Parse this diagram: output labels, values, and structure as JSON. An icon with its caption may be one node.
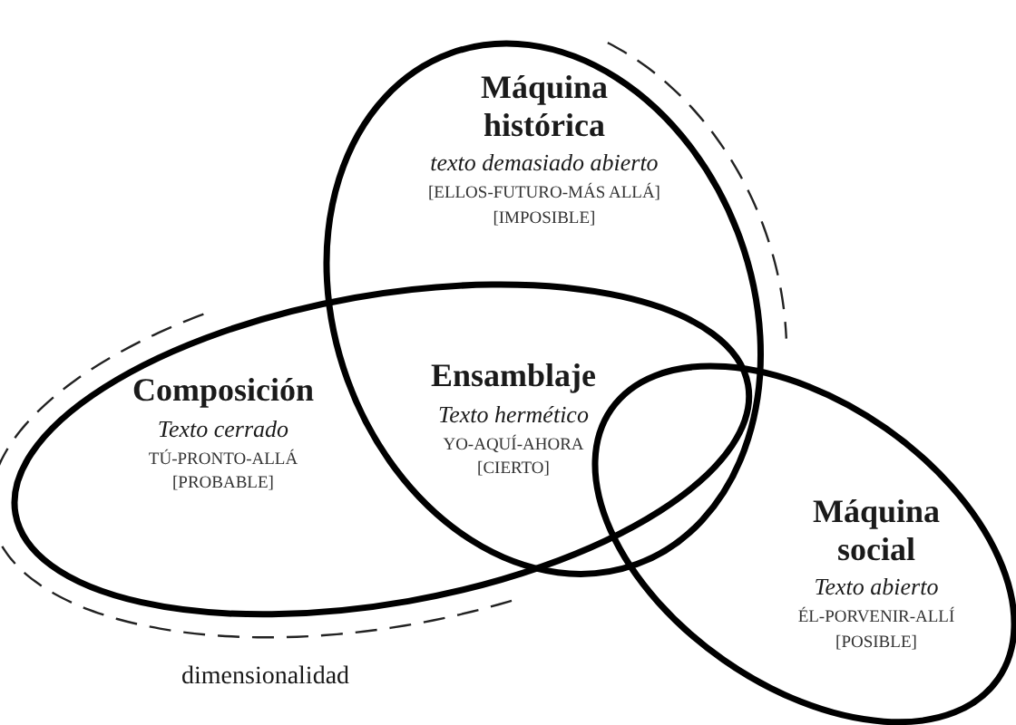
{
  "diagram": {
    "nodes": [
      {
        "text": [
          "Máquina histórica",
          "texto demasiado abierto",
          "[ELLOS-FUTURO-MÁS ALLÁ] [IMPOSIBLE]"
        ]
      },
      {
        "text": [
          "Composición",
          "Texto cerrado",
          "TÚ-PRONTO-ALLÁ [PROBABLE]"
        ]
      },
      {
        "text": [
          "Máquina social",
          "Texto abierto",
          "ÉL-PORVENIR-ALLÍ [POSIBLE]"
        ]
      },
      {
        "text": [
          "Ensamblaje",
          "Texto hermético",
          "YO-AQUÍ-AHORA [CIERTO]"
        ]
      }
    ],
    "labels": [
      "dimensionalidad"
    ]
  }
}
